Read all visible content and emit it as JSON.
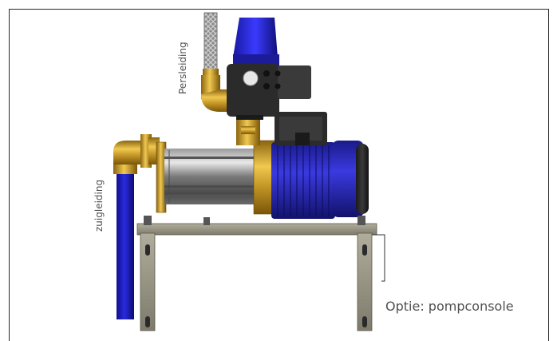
{
  "labels": {
    "pressure_line": "Persleiding",
    "suction_line": "zuigleiding",
    "option_console": "Optie: pompconsole"
  },
  "colors": {
    "pipe_blue": "#1a1ac8",
    "motor_blue": "#2626c2",
    "brass": "#c89a2a",
    "steel": "#8b8878",
    "housing_dark": "#2b2b2b"
  }
}
